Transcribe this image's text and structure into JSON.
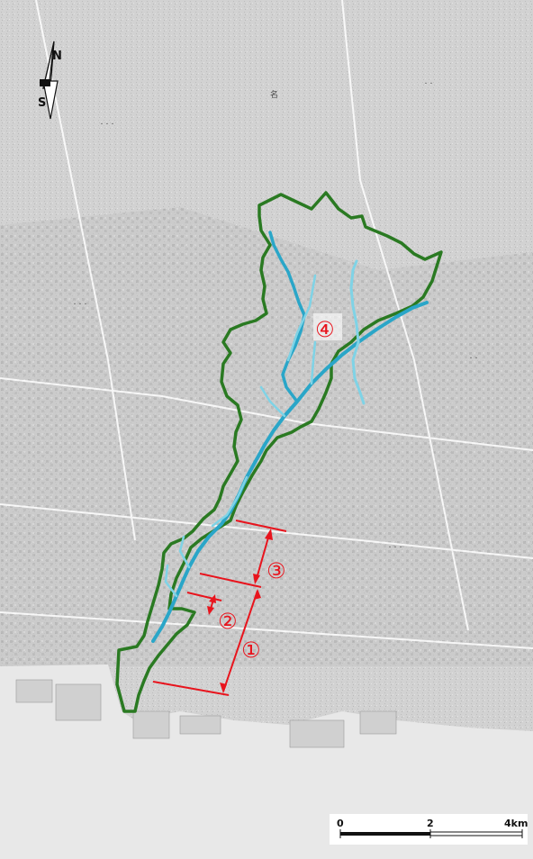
{
  "map": {
    "colors": {
      "land": "#d4d4d4",
      "sea": "#e9e9e9",
      "watershed_boundary": "#2a7a22",
      "river": "#2aa6c8",
      "river_light": "#7fd3e6",
      "section_markers": "#e8141d"
    },
    "north_arrow": {
      "north_label": "N",
      "south_label": "S"
    },
    "sections": [
      {
        "label": "①"
      },
      {
        "label": "②"
      },
      {
        "label": "③"
      },
      {
        "label": "④"
      }
    ],
    "scale_bar": {
      "ticks": [
        "0",
        "2",
        "4km"
      ]
    },
    "icons": {
      "north_arrow": "north-arrow-icon"
    }
  }
}
